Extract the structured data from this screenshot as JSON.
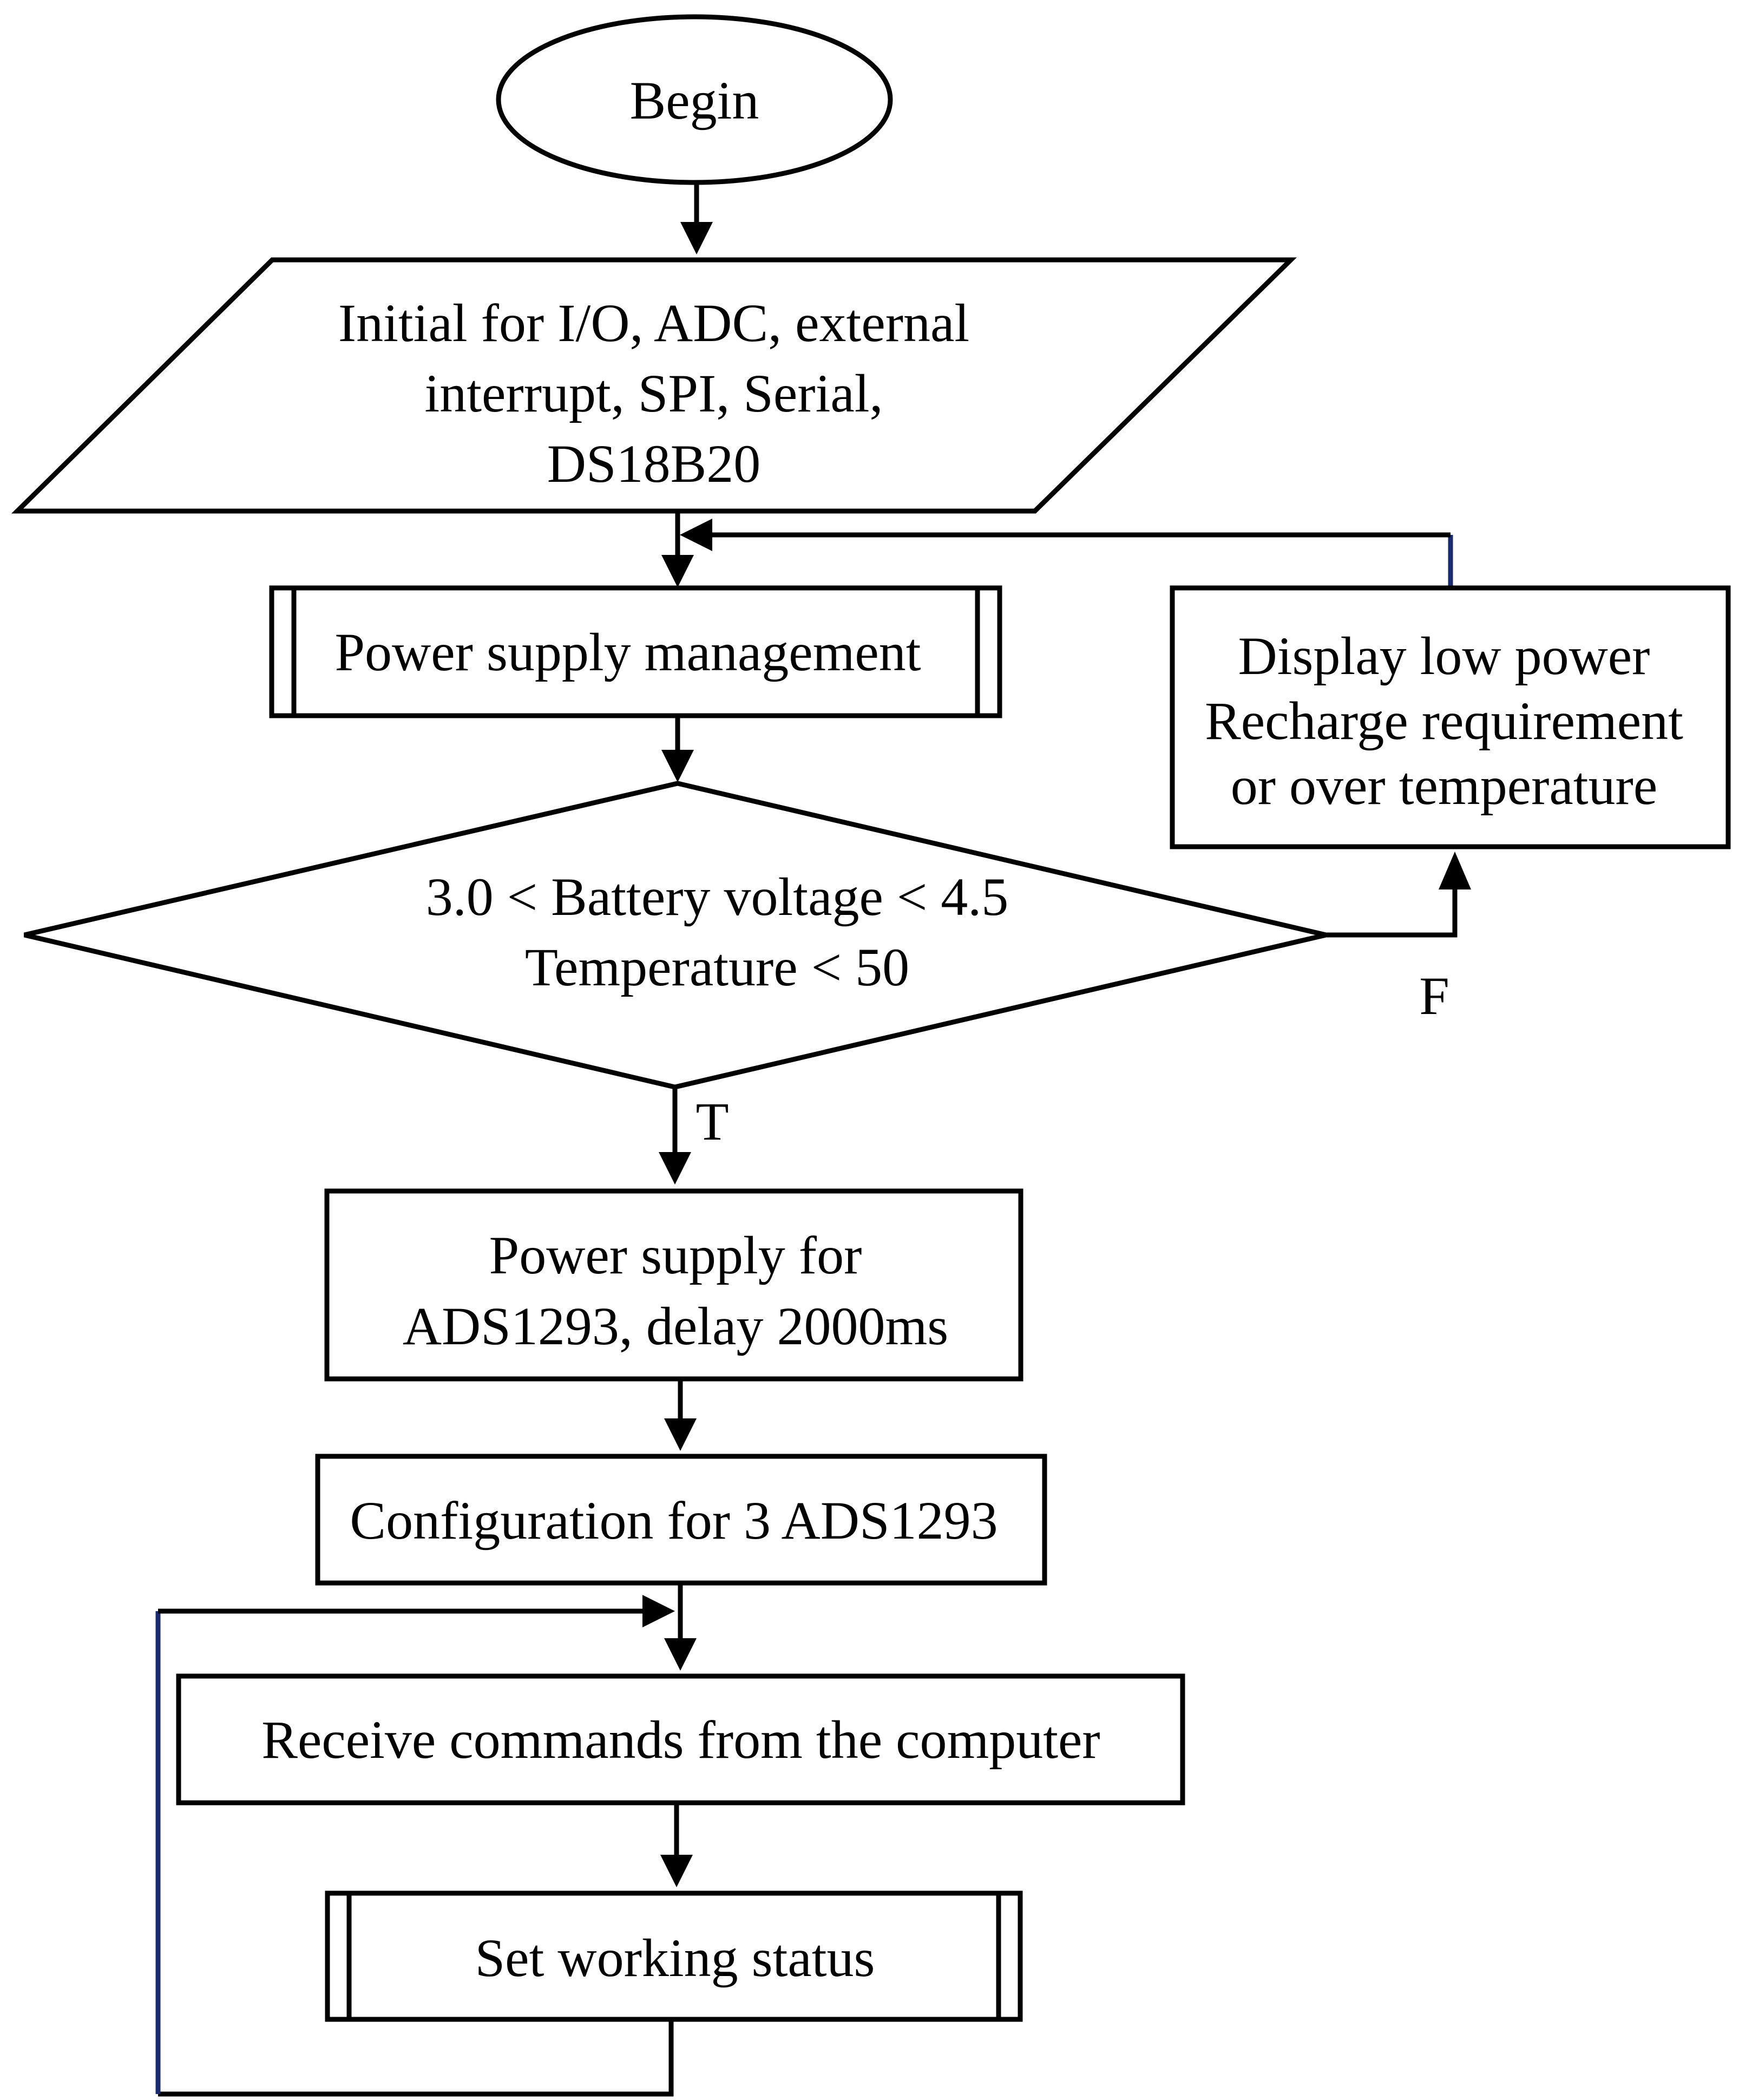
{
  "nodes": {
    "begin": {
      "lines": [
        "Begin"
      ]
    },
    "init": {
      "lines": [
        "Initial for I/O, ADC, external",
        "interrupt, SPI, Serial,",
        "DS18B20"
      ]
    },
    "power_mgmt": {
      "lines": [
        "Power supply management"
      ]
    },
    "decision": {
      "lines": [
        "3.0 < Battery voltage < 4.5",
        "Temperature < 50"
      ]
    },
    "display": {
      "lines": [
        "Display low power",
        "Recharge requirement",
        "or over temperature"
      ]
    },
    "power_supply": {
      "lines": [
        "Power supply for",
        "ADS1293, delay 2000ms"
      ]
    },
    "config": {
      "lines": [
        "Configuration for 3 ADS1293"
      ]
    },
    "receive": {
      "lines": [
        "Receive commands from the computer"
      ]
    },
    "set_status": {
      "lines": [
        "Set working status"
      ]
    }
  },
  "edge_labels": {
    "true_branch": "T",
    "false_branch": "F"
  }
}
